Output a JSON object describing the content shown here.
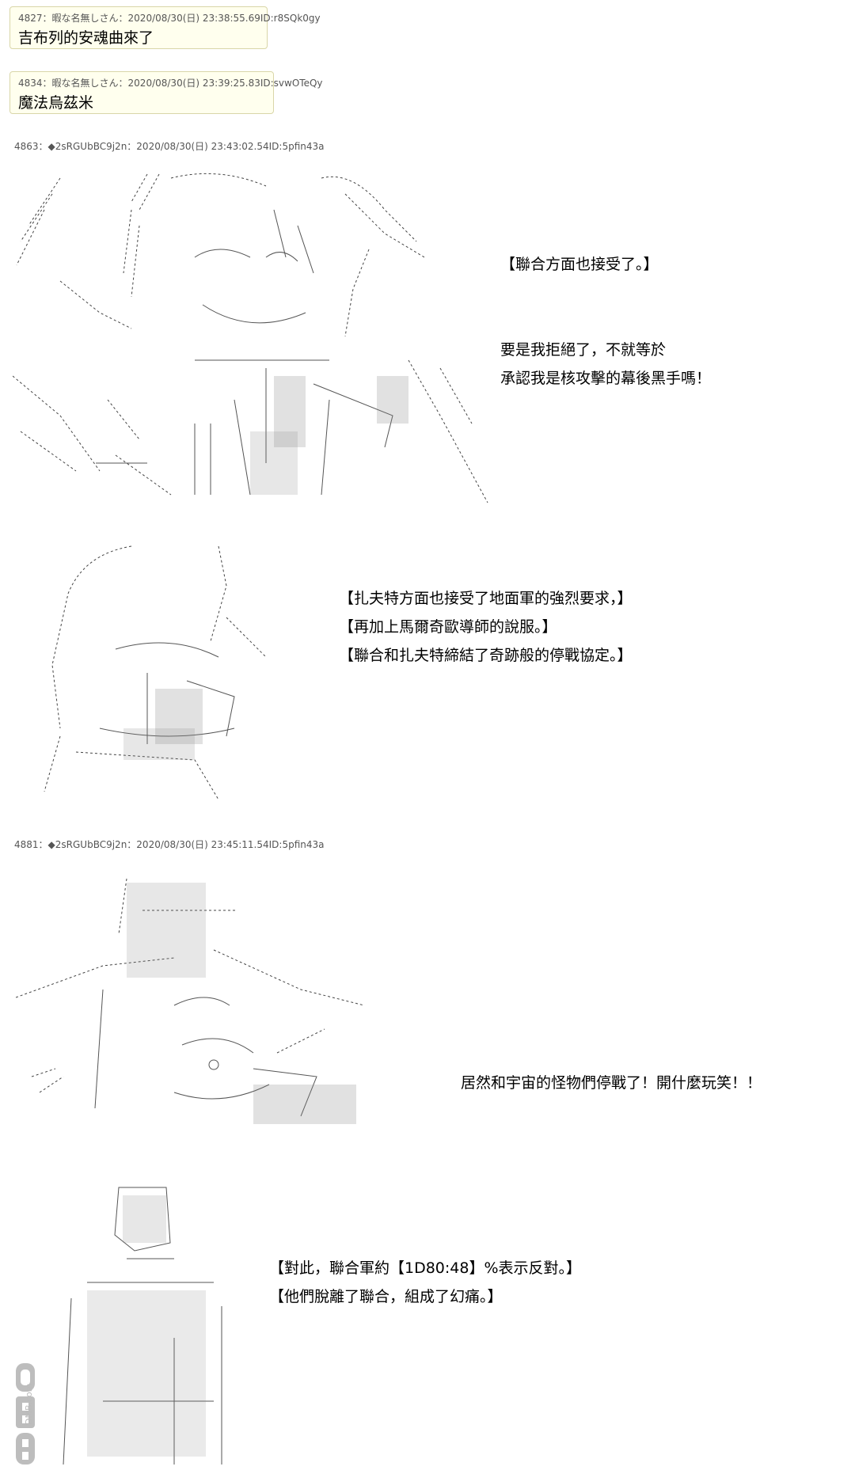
{
  "replies": [
    {
      "header": "4827：暇な名無しさん：2020/08/30(日) 23:38:55.69ID:r8SQk0gy",
      "message": "吉布列的安魂曲來了"
    },
    {
      "header": "4834：暇な名無しさん：2020/08/30(日) 23:39:25.83ID:svwOTeQy",
      "message": "魔法烏茲米"
    }
  ],
  "posts": [
    {
      "header": "4863：◆2sRGUbBC9j2n：2020/08/30(日) 23:43:02.54ID:5pfin43a",
      "panels": [
        {
          "lines": [
            "【聯合方面也接受了。】",
            "",
            "",
            "要是我拒絕了，不就等於",
            "承認我是核攻擊的幕後黑手嗎！"
          ]
        },
        {
          "lines": [
            "【扎夫特方面也接受了地面軍的強烈要求，】",
            "【再加上馬爾奇歐導師的說服。】",
            "【聯合和扎夫特締結了奇跡般的停戰協定。】"
          ]
        }
      ]
    },
    {
      "header": "4881：◆2sRGUbBC9j2n：2020/08/30(日) 23:45:11.54ID:5pfin43a",
      "panels": [
        {
          "lines": [
            "居然和宇宙的怪物們停戰了！開什麼玩笑！！"
          ]
        },
        {
          "lines": [
            "【對此，聯合軍約【1D80:48】%表示反對。】",
            "【他們脫離了聯合，組成了幻痛。】"
          ]
        }
      ]
    }
  ],
  "watermark": {
    "logo": "DMB",
    "site": ".com"
  }
}
